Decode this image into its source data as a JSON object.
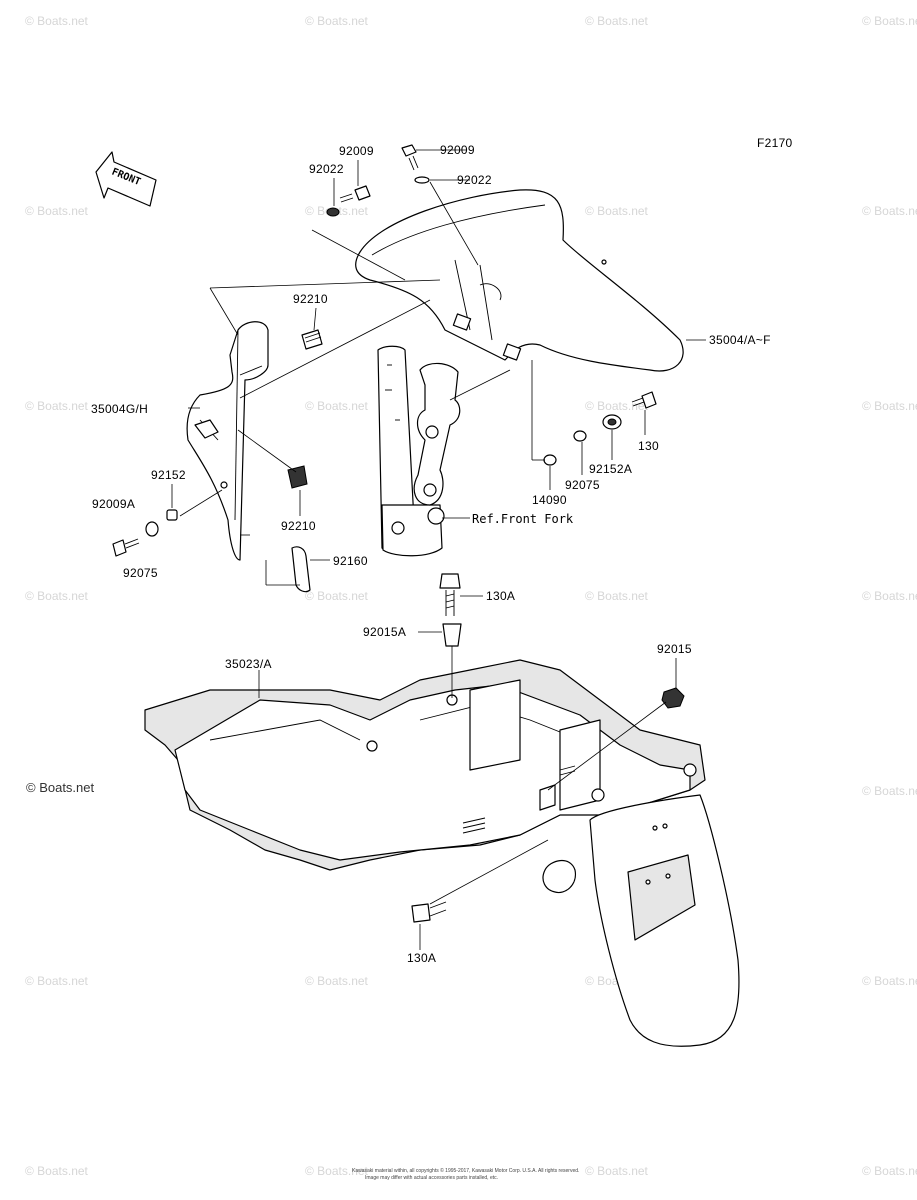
{
  "figure_code": "F2170",
  "front_arrow_label": "FRONT",
  "watermark_text": "© Boats.net",
  "prominent_watermark": "© Boats.net",
  "footer_line1": "Kawasaki material within, all copyrights © 1995-2017, Kawasaki Motor Corp. U.S.A. All rights reserved.",
  "footer_line2": "Image may differ with actual accessories parts installed, etc.",
  "labels": {
    "p92009_top_left": "92009",
    "p92009_top_right": "92009",
    "p92022_left": "92022",
    "p92022_right": "92022",
    "p92210_top": "92210",
    "p35004AF": "35004/A~F",
    "p35004GH": "35004G/H",
    "p130": "130",
    "p92152A": "92152A",
    "p92075_right": "92075",
    "p14090": "14090",
    "p92152": "92152",
    "p92009A": "92009A",
    "p92075_left": "92075",
    "p92210_bottom": "92210",
    "ref_front_fork": "Ref.Front Fork",
    "p92160": "92160",
    "p130A_top": "130A",
    "p92015A": "92015A",
    "p35023A": "35023/A",
    "p92015": "92015",
    "p130A_bottom": "130A"
  }
}
